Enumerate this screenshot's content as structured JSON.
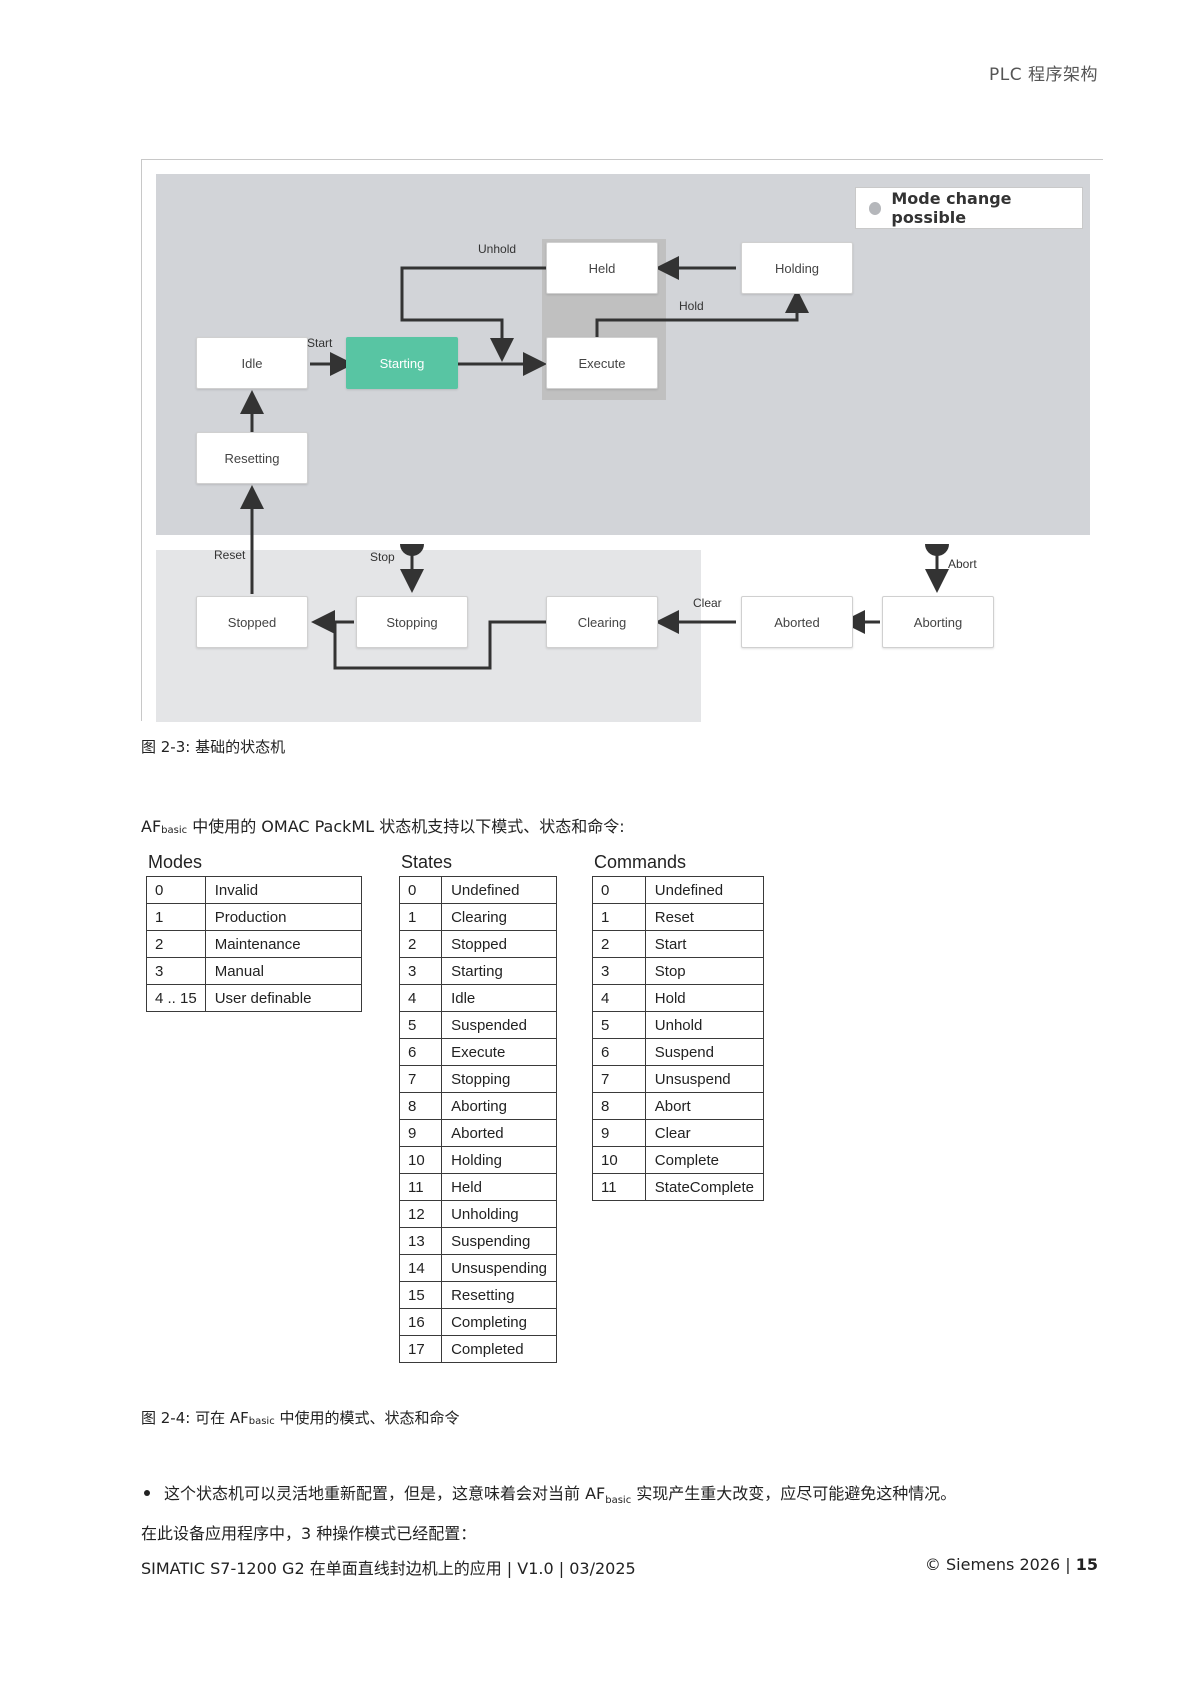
{
  "header": {
    "title": "PLC 程序架构"
  },
  "diagram": {
    "legend": "Mode change possible",
    "states": {
      "idle": "Idle",
      "starting": "Starting",
      "execute": "Execute",
      "held": "Held",
      "holding": "Holding",
      "resetting": "Resetting",
      "stopped": "Stopped",
      "stopping": "Stopping",
      "clearing": "Clearing",
      "aborted": "Aborted",
      "aborting": "Aborting"
    },
    "commands": {
      "start": "Start",
      "unhold": "Unhold",
      "hold": "Hold",
      "reset": "Reset",
      "stop": "Stop",
      "clear": "Clear",
      "abort": "Abort"
    },
    "colors": {
      "active": "#58c5a3",
      "background": "#dcdcdc",
      "highlight": "#bdbdbd"
    }
  },
  "caption1": "图 2-3: 基础的状态机",
  "intro": {
    "pre": "AF",
    "sub": "basic",
    "post": " 中使用的 OMAC PackML 状态机支持以下模式、状态和命令:"
  },
  "modes": {
    "title": "Modes",
    "rows": [
      [
        "0",
        "Invalid"
      ],
      [
        "1",
        "Production"
      ],
      [
        "2",
        "Maintenance"
      ],
      [
        "3",
        "Manual"
      ],
      [
        "4 .. 15",
        "User definable"
      ]
    ]
  },
  "states": {
    "title": "States",
    "rows": [
      [
        "0",
        "Undefined"
      ],
      [
        "1",
        "Clearing"
      ],
      [
        "2",
        "Stopped"
      ],
      [
        "3",
        "Starting"
      ],
      [
        "4",
        "Idle"
      ],
      [
        "5",
        "Suspended"
      ],
      [
        "6",
        "Execute"
      ],
      [
        "7",
        "Stopping"
      ],
      [
        "8",
        "Aborting"
      ],
      [
        "9",
        "Aborted"
      ],
      [
        "10",
        "Holding"
      ],
      [
        "11",
        "Held"
      ],
      [
        "12",
        "Unholding"
      ],
      [
        "13",
        "Suspending"
      ],
      [
        "14",
        "Unsuspending"
      ],
      [
        "15",
        "Resetting"
      ],
      [
        "16",
        "Completing"
      ],
      [
        "17",
        "Completed"
      ]
    ]
  },
  "commands": {
    "title": "Commands",
    "rows": [
      [
        "0",
        "Undefined"
      ],
      [
        "1",
        "Reset"
      ],
      [
        "2",
        "Start"
      ],
      [
        "3",
        "Stop"
      ],
      [
        "4",
        "Hold"
      ],
      [
        "5",
        "Unhold"
      ],
      [
        "6",
        "Suspend"
      ],
      [
        "7",
        "Unsuspend"
      ],
      [
        "8",
        "Abort"
      ],
      [
        "9",
        "Clear"
      ],
      [
        "10",
        "Complete"
      ],
      [
        "11",
        "StateComplete"
      ]
    ]
  },
  "caption2": {
    "pre": "图 2-4: 可在 AF",
    "sub": "basic",
    "post": " 中使用的模式、状态和命令"
  },
  "bullet": {
    "pre": "这个状态机可以灵活地重新配置，但是，这意味着会对当前 AF",
    "sub": "basic",
    "post": " 实现产生重大改变，应尽可能避免这种情况。"
  },
  "para2": "在此设备应用程序中，3 种操作模式已经配置：",
  "footer": {
    "left": "SIMATIC S7-1200 G2 在单面直线封边机上的应用 | V1.0 | 03/2025",
    "copyright": "© Siemens 2026 | ",
    "page": "15"
  }
}
